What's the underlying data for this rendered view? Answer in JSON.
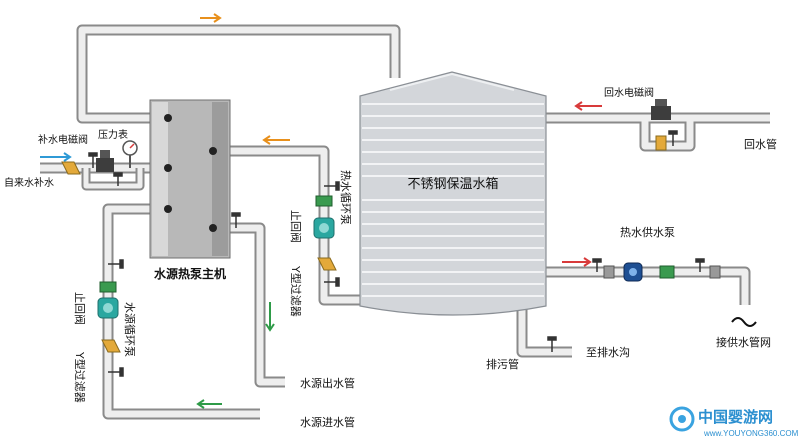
{
  "labels": {
    "tank": "不锈钢保温水箱",
    "heatpump": "水源热泵主机",
    "return_solenoid": "回水电磁阀",
    "return_pipe": "回水管",
    "makeup_solenoid": "补水电磁阀",
    "pressure_gauge": "压力表",
    "tap_makeup": "自来水补水",
    "hot_circ_pump": "热水循环泵",
    "check_valve_1": "止回阀",
    "y_filter_1": "Y型过滤器",
    "hot_supply_pump": "热水供水泵",
    "supply_network": "接供水管网",
    "drain": "排污管",
    "to_ditch": "至排水沟",
    "check_valve_2": "止回阀",
    "source_circ_pump": "水源循环泵",
    "y_filter_2": "Y型过滤器",
    "source_out": "水源出水管",
    "source_in": "水源进水管"
  },
  "watermark": {
    "name": "中国婴游网",
    "url": "www.YOUYONG360.COM"
  },
  "colors": {
    "pipe": "#e6e6e6",
    "pipe_edge": "#8a8a8a",
    "tank": "#d3d6da",
    "heatpump": "#b9b9b9",
    "arrow_orange": "#e8901c",
    "arrow_blue": "#2f9ad6",
    "arrow_red": "#d83a3a",
    "arrow_green": "#2e9b48",
    "pump": "#2aa7a0",
    "filter": "#e3a93a"
  }
}
